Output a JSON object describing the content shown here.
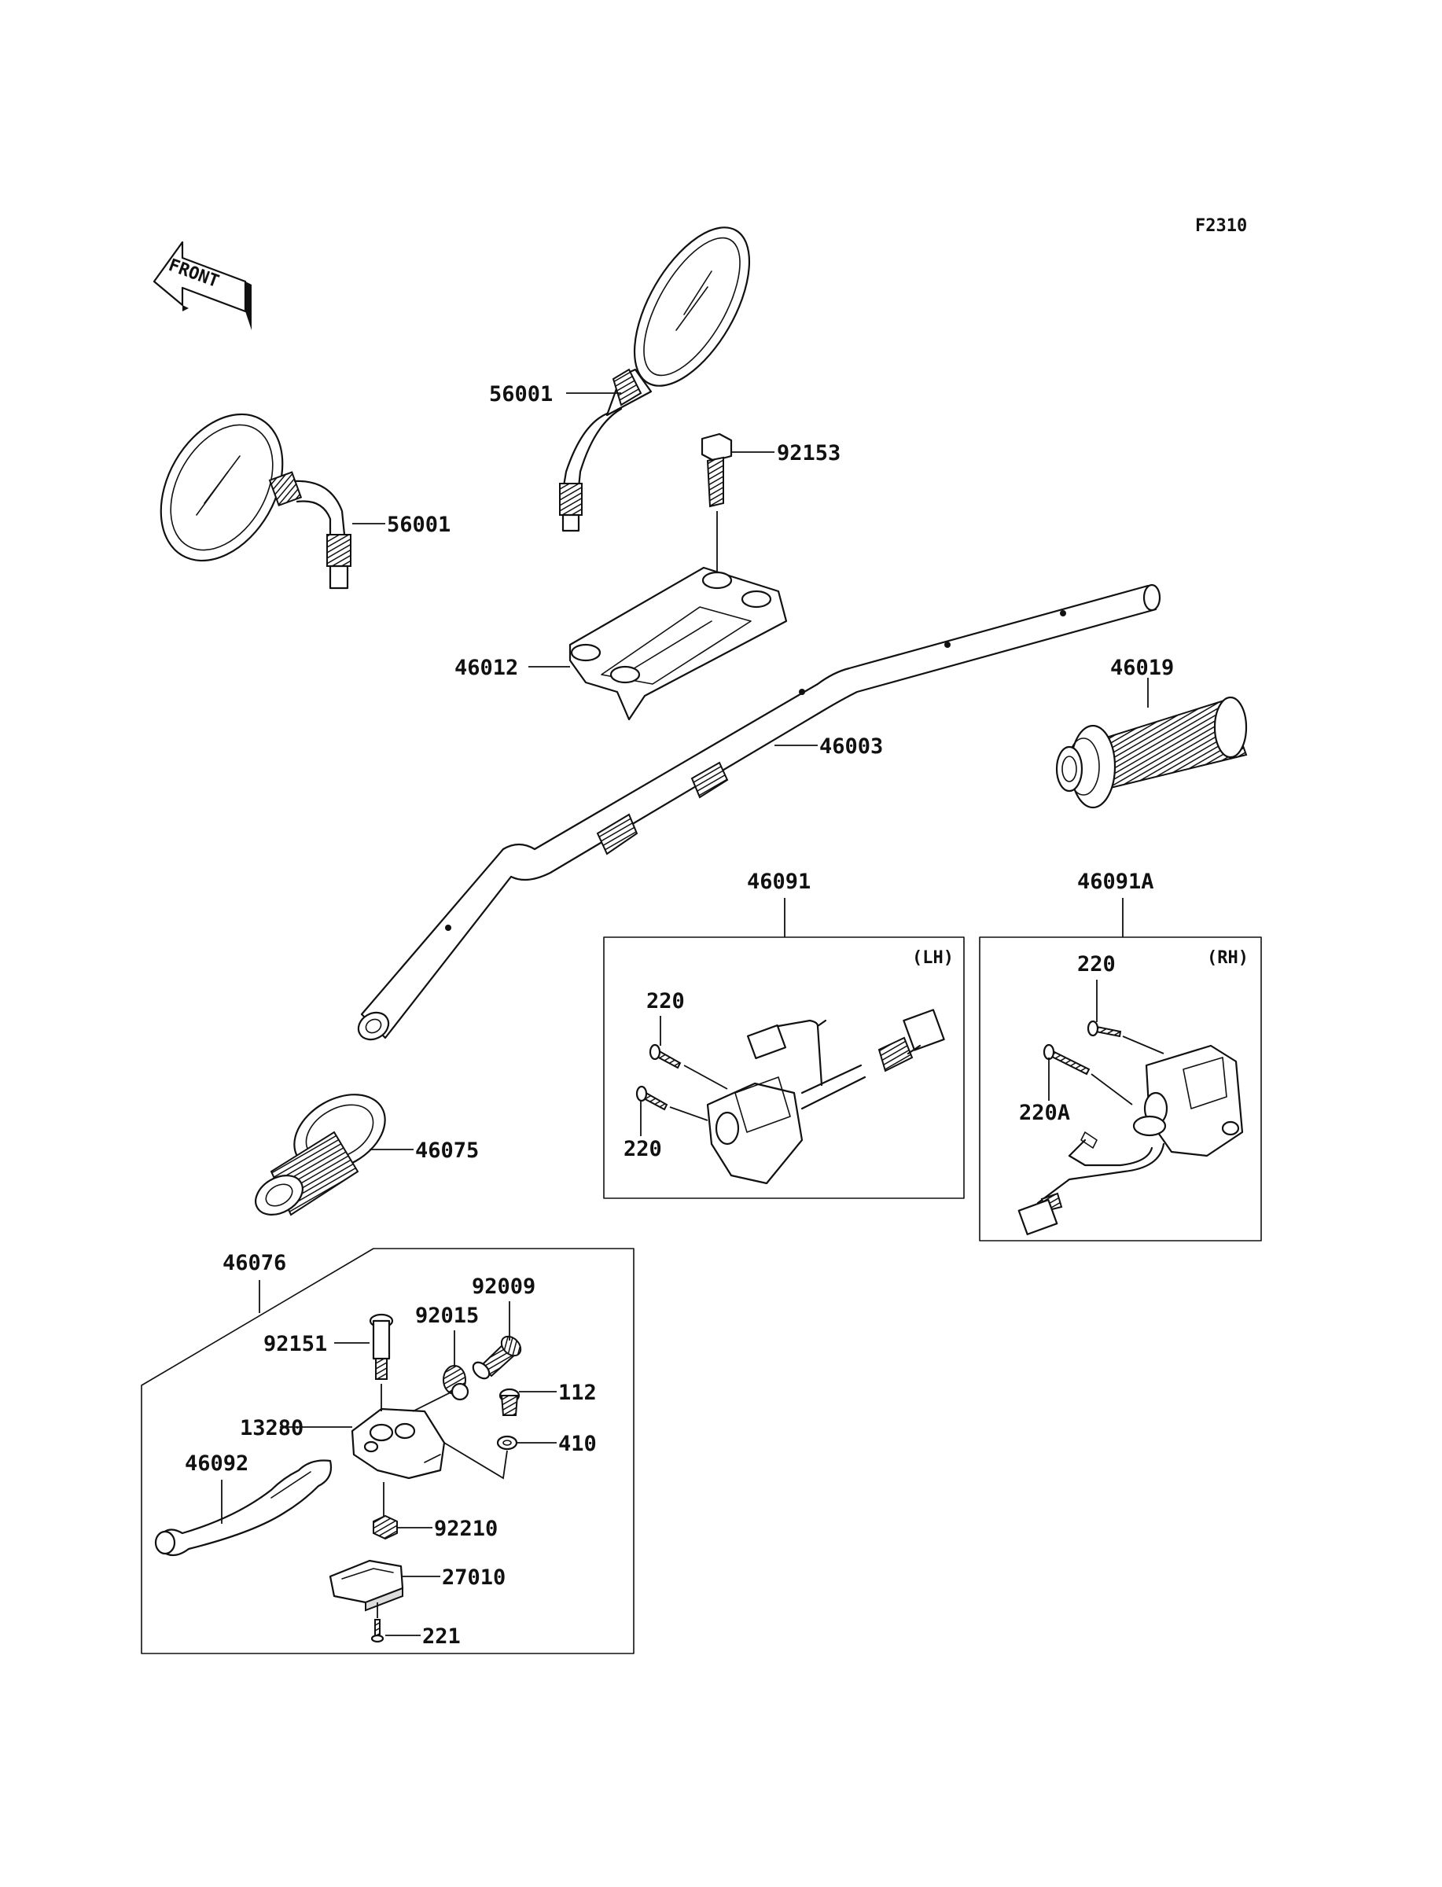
{
  "diagram_code": "F2310",
  "front_arrow_text": "FRONT",
  "labels": {
    "mirror_left": "56001",
    "mirror_right": "56001",
    "bolt_clamp": "92153",
    "holder": "46012",
    "handlebar": "46003",
    "grip_throttle": "46019",
    "grip_left": "46075",
    "switch_lh": "46091",
    "switch_rh": "46091A",
    "lh_tag": "(LH)",
    "rh_tag": "(RH)",
    "lh_screw_top": "220",
    "lh_screw_bottom": "220",
    "rh_screw_top": "220",
    "rh_screw_long": "220A",
    "lever_assy": "46076",
    "bolt_pivot": "92151",
    "nut_adjuster": "92015",
    "adjuster": "92009",
    "screw_112": "112",
    "washer_410": "410",
    "holder_lever": "13280",
    "lever": "46092",
    "nut_92210": "92210",
    "switch_clutch": "27010",
    "screw_221": "221"
  }
}
